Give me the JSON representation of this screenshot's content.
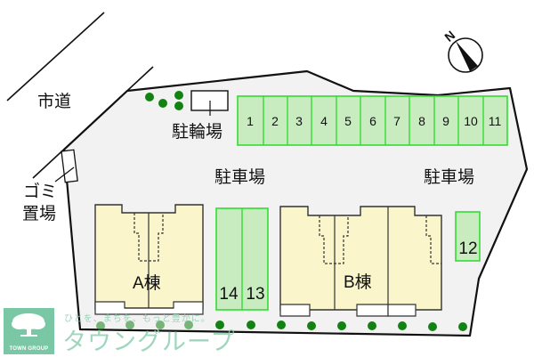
{
  "map": {
    "road_label": "市道",
    "bicycle_parking_label": "駐輪場",
    "garbage_label_line1": "ゴミ",
    "garbage_label_line2": "置場",
    "parking_label_center": "駐車場",
    "parking_label_right": "駐車場",
    "building_a_label": "A棟",
    "building_b_label": "B棟",
    "compass_label": "N",
    "parking_spaces_top": [
      "1",
      "2",
      "3",
      "4",
      "5",
      "6",
      "7",
      "8",
      "9",
      "10",
      "11"
    ],
    "parking_spaces_middle": [
      "14",
      "13"
    ],
    "parking_space_right": "12"
  },
  "colors": {
    "lot_fill": "#f2f2f2",
    "parking_fill": "#c8ebc0",
    "parking_border": "#33dd33",
    "building_fill": "#fbf5cc",
    "tree_green": "#128212",
    "brand_green": "#79c7a5"
  },
  "watermark": {
    "logo_caption": "TOWN GROUP",
    "tagline": "ひとを、まちを、もっと豊かに。",
    "brand_name": "タウングループ"
  }
}
